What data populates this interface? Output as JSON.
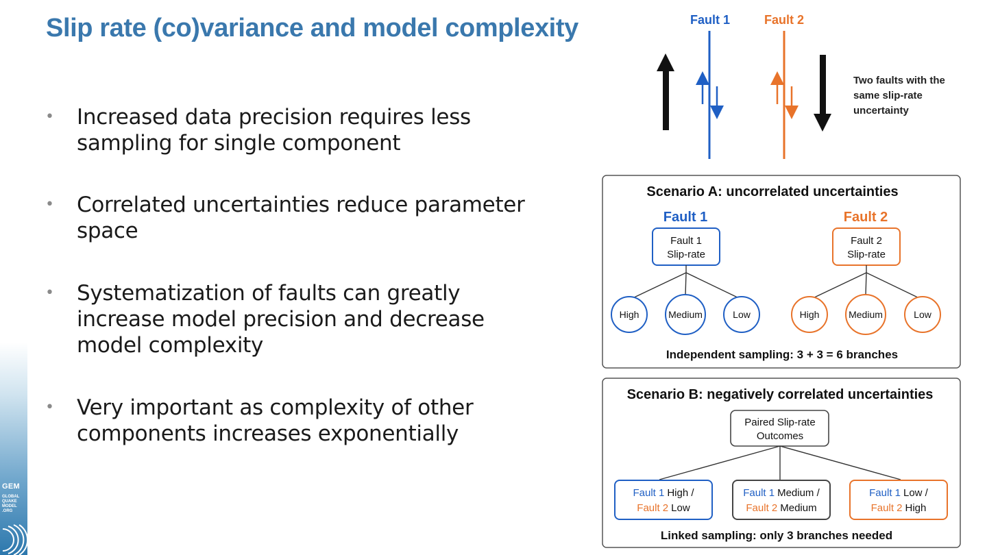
{
  "slide": {
    "title": "Slip rate (co)variance and model complexity",
    "bullets": [
      "Increased data precision requires less sampling for single component",
      "Correlated uncertainties reduce parameter space",
      "Systematization of faults can greatly increase model precision and decrease model complexity",
      "Very important as complexity of other components increases exponentially"
    ]
  },
  "logo": {
    "name": "GEM",
    "lines": [
      "GLOBAL",
      "QUAKE",
      "MODEL",
      ".ORG"
    ]
  },
  "diagram": {
    "top": {
      "fault1": "Fault 1",
      "fault2": "Fault 2",
      "note_lines": [
        "Two faults with the",
        "same slip-rate",
        "uncertainty"
      ]
    },
    "scenario_a": {
      "title": "Scenario A: uncorrelated uncertainties",
      "fault1_label": "Fault 1",
      "fault2_label": "Fault 2",
      "fault1_box": [
        "Fault 1",
        "Slip-rate"
      ],
      "fault2_box": [
        "Fault 2",
        "Slip-rate"
      ],
      "levels": [
        "High",
        "Medium",
        "Low"
      ],
      "footer": "Independent sampling: 3 + 3 = 6 branches"
    },
    "scenario_b": {
      "title": "Scenario B: negatively correlated uncertainties",
      "root_box": [
        "Paired Slip-rate",
        "Outcomes"
      ],
      "branches": [
        {
          "f1": "Fault 1",
          "v1": "High /",
          "f2": "Fault 2",
          "v2": "Low"
        },
        {
          "f1": "Fault 1",
          "v1": "Medium /",
          "f2": "Fault 2",
          "v2": "Medium"
        },
        {
          "f1": "Fault 1",
          "v1": "Low /",
          "f2": "Fault 2",
          "v2": "High"
        }
      ],
      "footer": "Linked sampling: only 3 branches needed"
    },
    "colors": {
      "blue": "#1f5fc4",
      "orange": "#e8732a",
      "title": "#3a78ad"
    }
  }
}
